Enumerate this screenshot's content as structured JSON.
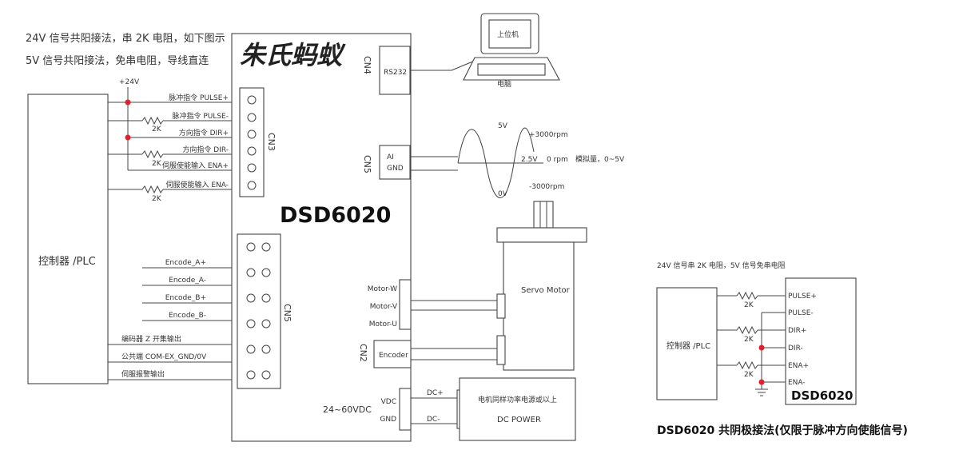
{
  "notes": {
    "line1": "24V 信号共阳接法，串 2K 电阻，如下图示",
    "line2": "5V 信号共阳接法，免串电阻，导线直连"
  },
  "supply_label": "+24V",
  "controller_label": "控制器 /PLC",
  "logo_text": "朱氏蚂蚁",
  "model": "DSD6020",
  "cn3": {
    "name": "CN3",
    "signals": [
      "脉冲指令 PULSE+",
      "脉冲指令 PULSE-",
      "方向指令 DIR+",
      "方向指令 DIR-",
      "伺服使能输入 ENA+",
      "伺服使能输入 ENA-"
    ],
    "resistor": "2K"
  },
  "cn5_encoder": {
    "name": "CN5",
    "signals": [
      "Encode_A+",
      "Encode_A-",
      "Encode_B+",
      "Encode_B-",
      "编码器 Z 开集输出",
      "公共端 COM-EX_GND/0V",
      "伺服报警输出"
    ]
  },
  "cn4": {
    "name": "CN4",
    "port": "RS232",
    "pc_screen": "上位机",
    "pc_label": "电脑"
  },
  "cn5_analog": {
    "name": "CN5",
    "pin1": "AI",
    "pin2": "GND",
    "v_high": "5V",
    "v_mid": "2.5V",
    "v_low": "0V",
    "rpm_high": "+3000rpm",
    "rpm_mid": "0 rpm",
    "rpm_low": "-3000rpm",
    "analog_label": "模拟量，0~5V"
  },
  "motor": {
    "label": "Servo Motor",
    "phases": [
      "Motor-W",
      "Motor-V",
      "Motor-U"
    ]
  },
  "cn2": {
    "name": "CN2",
    "label": "Encoder"
  },
  "power": {
    "range": "24~60VDC",
    "vdc": "VDC",
    "gnd": "GND",
    "dc_plus": "DC+",
    "dc_minus": "DC-",
    "desc": "电机同样功率电源或以上",
    "label": "DC POWER"
  },
  "inset": {
    "note": "24V 信号串 2K 电阻，5V 信号免串电阻",
    "controller": "控制器 /PLC",
    "signals": [
      "PULSE+",
      "PULSE-",
      "DIR+",
      "DIR-",
      "ENA+",
      "ENA-"
    ],
    "resistor": "2K",
    "model": "DSD6020",
    "caption": "DSD6020 共阴极接法(仅限于脉冲方向使能信号)"
  }
}
